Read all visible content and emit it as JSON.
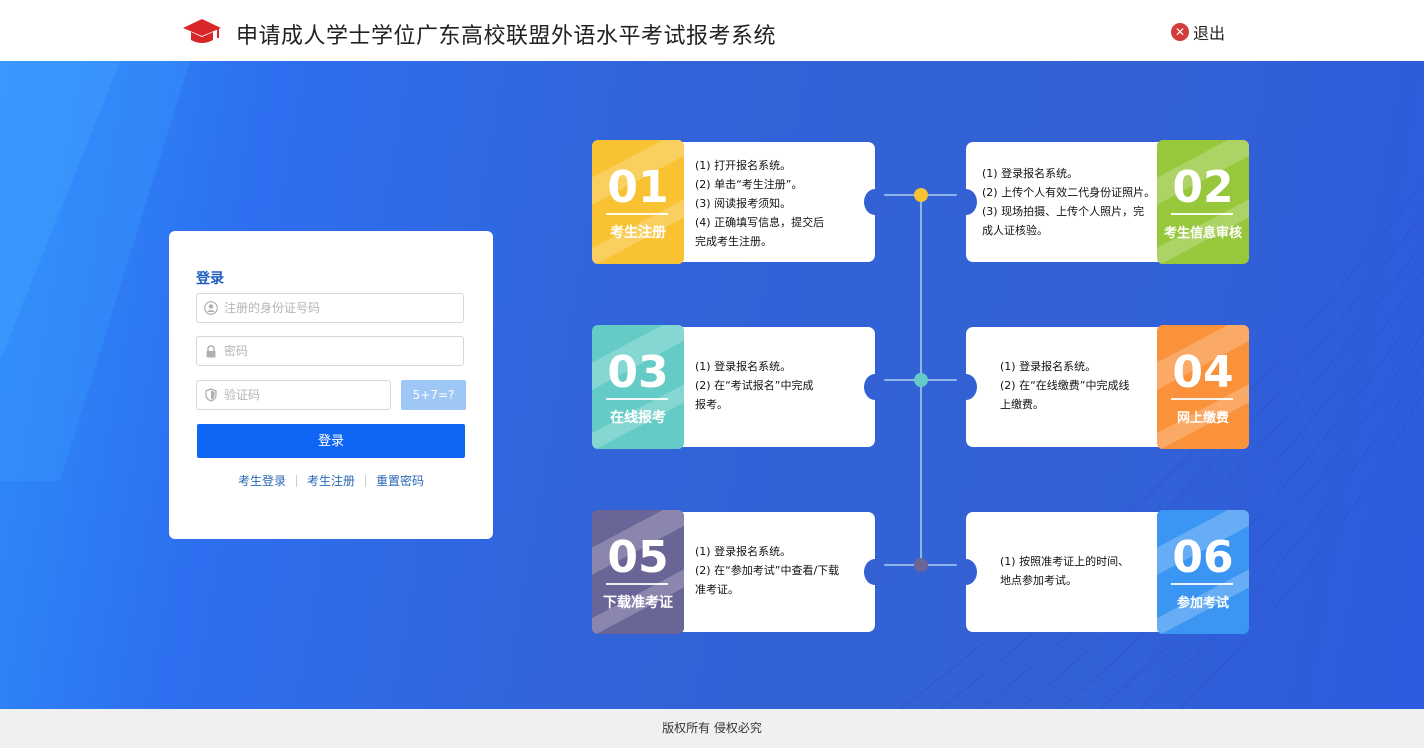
{
  "header": {
    "title": "申请成人学士学位广东高校联盟外语水平考试报考系统",
    "logout_label": "退出",
    "logout_icon": "close-circle-icon",
    "logo_icon": "graduation-cap-icon"
  },
  "login": {
    "title": "登录",
    "id_placeholder": "注册的身份证号码",
    "password_placeholder": "密码",
    "captcha_placeholder": "验证码",
    "captcha_question": "5+7=?",
    "submit_label": "登录",
    "links": [
      "考生登录",
      "考生注册",
      "重置密码"
    ]
  },
  "steps": [
    {
      "number": "01",
      "title": "考生注册",
      "color": "#f8c232",
      "lines": [
        "(1) 打开报名系统。",
        "(2) 单击“考生注册”。",
        "(3) 阅读报考须知。",
        "(4) 正确填写信息，提交后",
        "      完成考生注册。"
      ]
    },
    {
      "number": "02",
      "title": "考生信息审核",
      "color": "#97c73b",
      "lines": [
        "(1) 登录报名系统。",
        "(2) 上传个人有效二代身份证照片。",
        "(3) 现场拍摄、上传个人照片，完",
        "      成人证核验。"
      ]
    },
    {
      "number": "03",
      "title": "在线报考",
      "color": "#64cbc6",
      "lines": [
        "(1)  登录报名系统。",
        "(2)  在“考试报名”中完成",
        "       报考。"
      ]
    },
    {
      "number": "04",
      "title": "网上缴费",
      "color": "#f9923b",
      "lines": [
        "(1) 登录报名系统。",
        "(2) 在“在线缴费”中完成线",
        "      上缴费。"
      ]
    },
    {
      "number": "05",
      "title": "下载准考证",
      "color": "#6a6597",
      "lines": [
        "(1) 登录报名系统。",
        "(2) 在“参加考试”中查看/下载",
        "      准考证。"
      ]
    },
    {
      "number": "06",
      "title": "参加考试",
      "color": "#3b96f3",
      "lines": [
        "(1) 按照准考证上的时间、",
        "      地点参加考试。"
      ]
    }
  ],
  "footer": {
    "text": "版权所有 侵权必究"
  }
}
